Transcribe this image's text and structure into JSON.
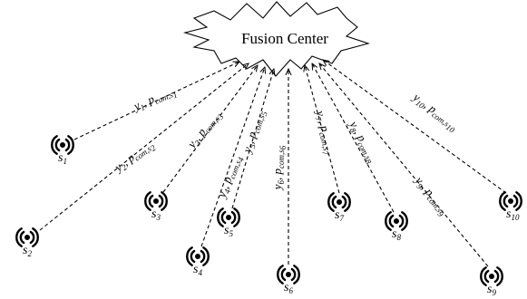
{
  "fusion_center": {
    "label": "Fusion Center"
  },
  "sensors": [
    {
      "id": "s1",
      "label": "s",
      "sub": "1"
    },
    {
      "id": "s2",
      "label": "s",
      "sub": "2"
    },
    {
      "id": "s3",
      "label": "s",
      "sub": "3"
    },
    {
      "id": "s4",
      "label": "s",
      "sub": "4"
    },
    {
      "id": "s5",
      "label": "s",
      "sub": "5"
    },
    {
      "id": "s6",
      "label": "s",
      "sub": "6"
    },
    {
      "id": "s7",
      "label": "s",
      "sub": "7"
    },
    {
      "id": "s8",
      "label": "s",
      "sub": "8"
    },
    {
      "id": "s9",
      "label": "s",
      "sub": "9"
    },
    {
      "id": "s10",
      "label": "s",
      "sub": "10"
    }
  ],
  "links": [
    {
      "y": "y",
      "y_sub": "1",
      "p": "p",
      "p_sub": "com,s",
      "p_subsub": "1"
    },
    {
      "y": "y",
      "y_sub": "2",
      "p": "p",
      "p_sub": "com,s",
      "p_subsub": "2"
    },
    {
      "y": "y",
      "y_sub": "3",
      "p": "p",
      "p_sub": "com,s",
      "p_subsub": "3"
    },
    {
      "y": "y",
      "y_sub": "4",
      "p": "p",
      "p_sub": "com,s",
      "p_subsub": "4"
    },
    {
      "y": "y",
      "y_sub": "5",
      "p": "p",
      "p_sub": "com,s",
      "p_subsub": "5"
    },
    {
      "y": "y",
      "y_sub": "6",
      "p": "p",
      "p_sub": "com,s",
      "p_subsub": "6"
    },
    {
      "y": "y",
      "y_sub": "7",
      "p": "p",
      "p_sub": "com,s",
      "p_subsub": "7"
    },
    {
      "y": "y",
      "y_sub": "8",
      "p": "p",
      "p_sub": "com,s",
      "p_subsub": "8"
    },
    {
      "y": "y",
      "y_sub": "9",
      "p": "p",
      "p_sub": "com,s",
      "p_subsub": "9"
    },
    {
      "y": "y",
      "y_sub": "10",
      "p": "p",
      "p_sub": "com,s",
      "p_subsub": "10"
    }
  ],
  "separator": ", "
}
